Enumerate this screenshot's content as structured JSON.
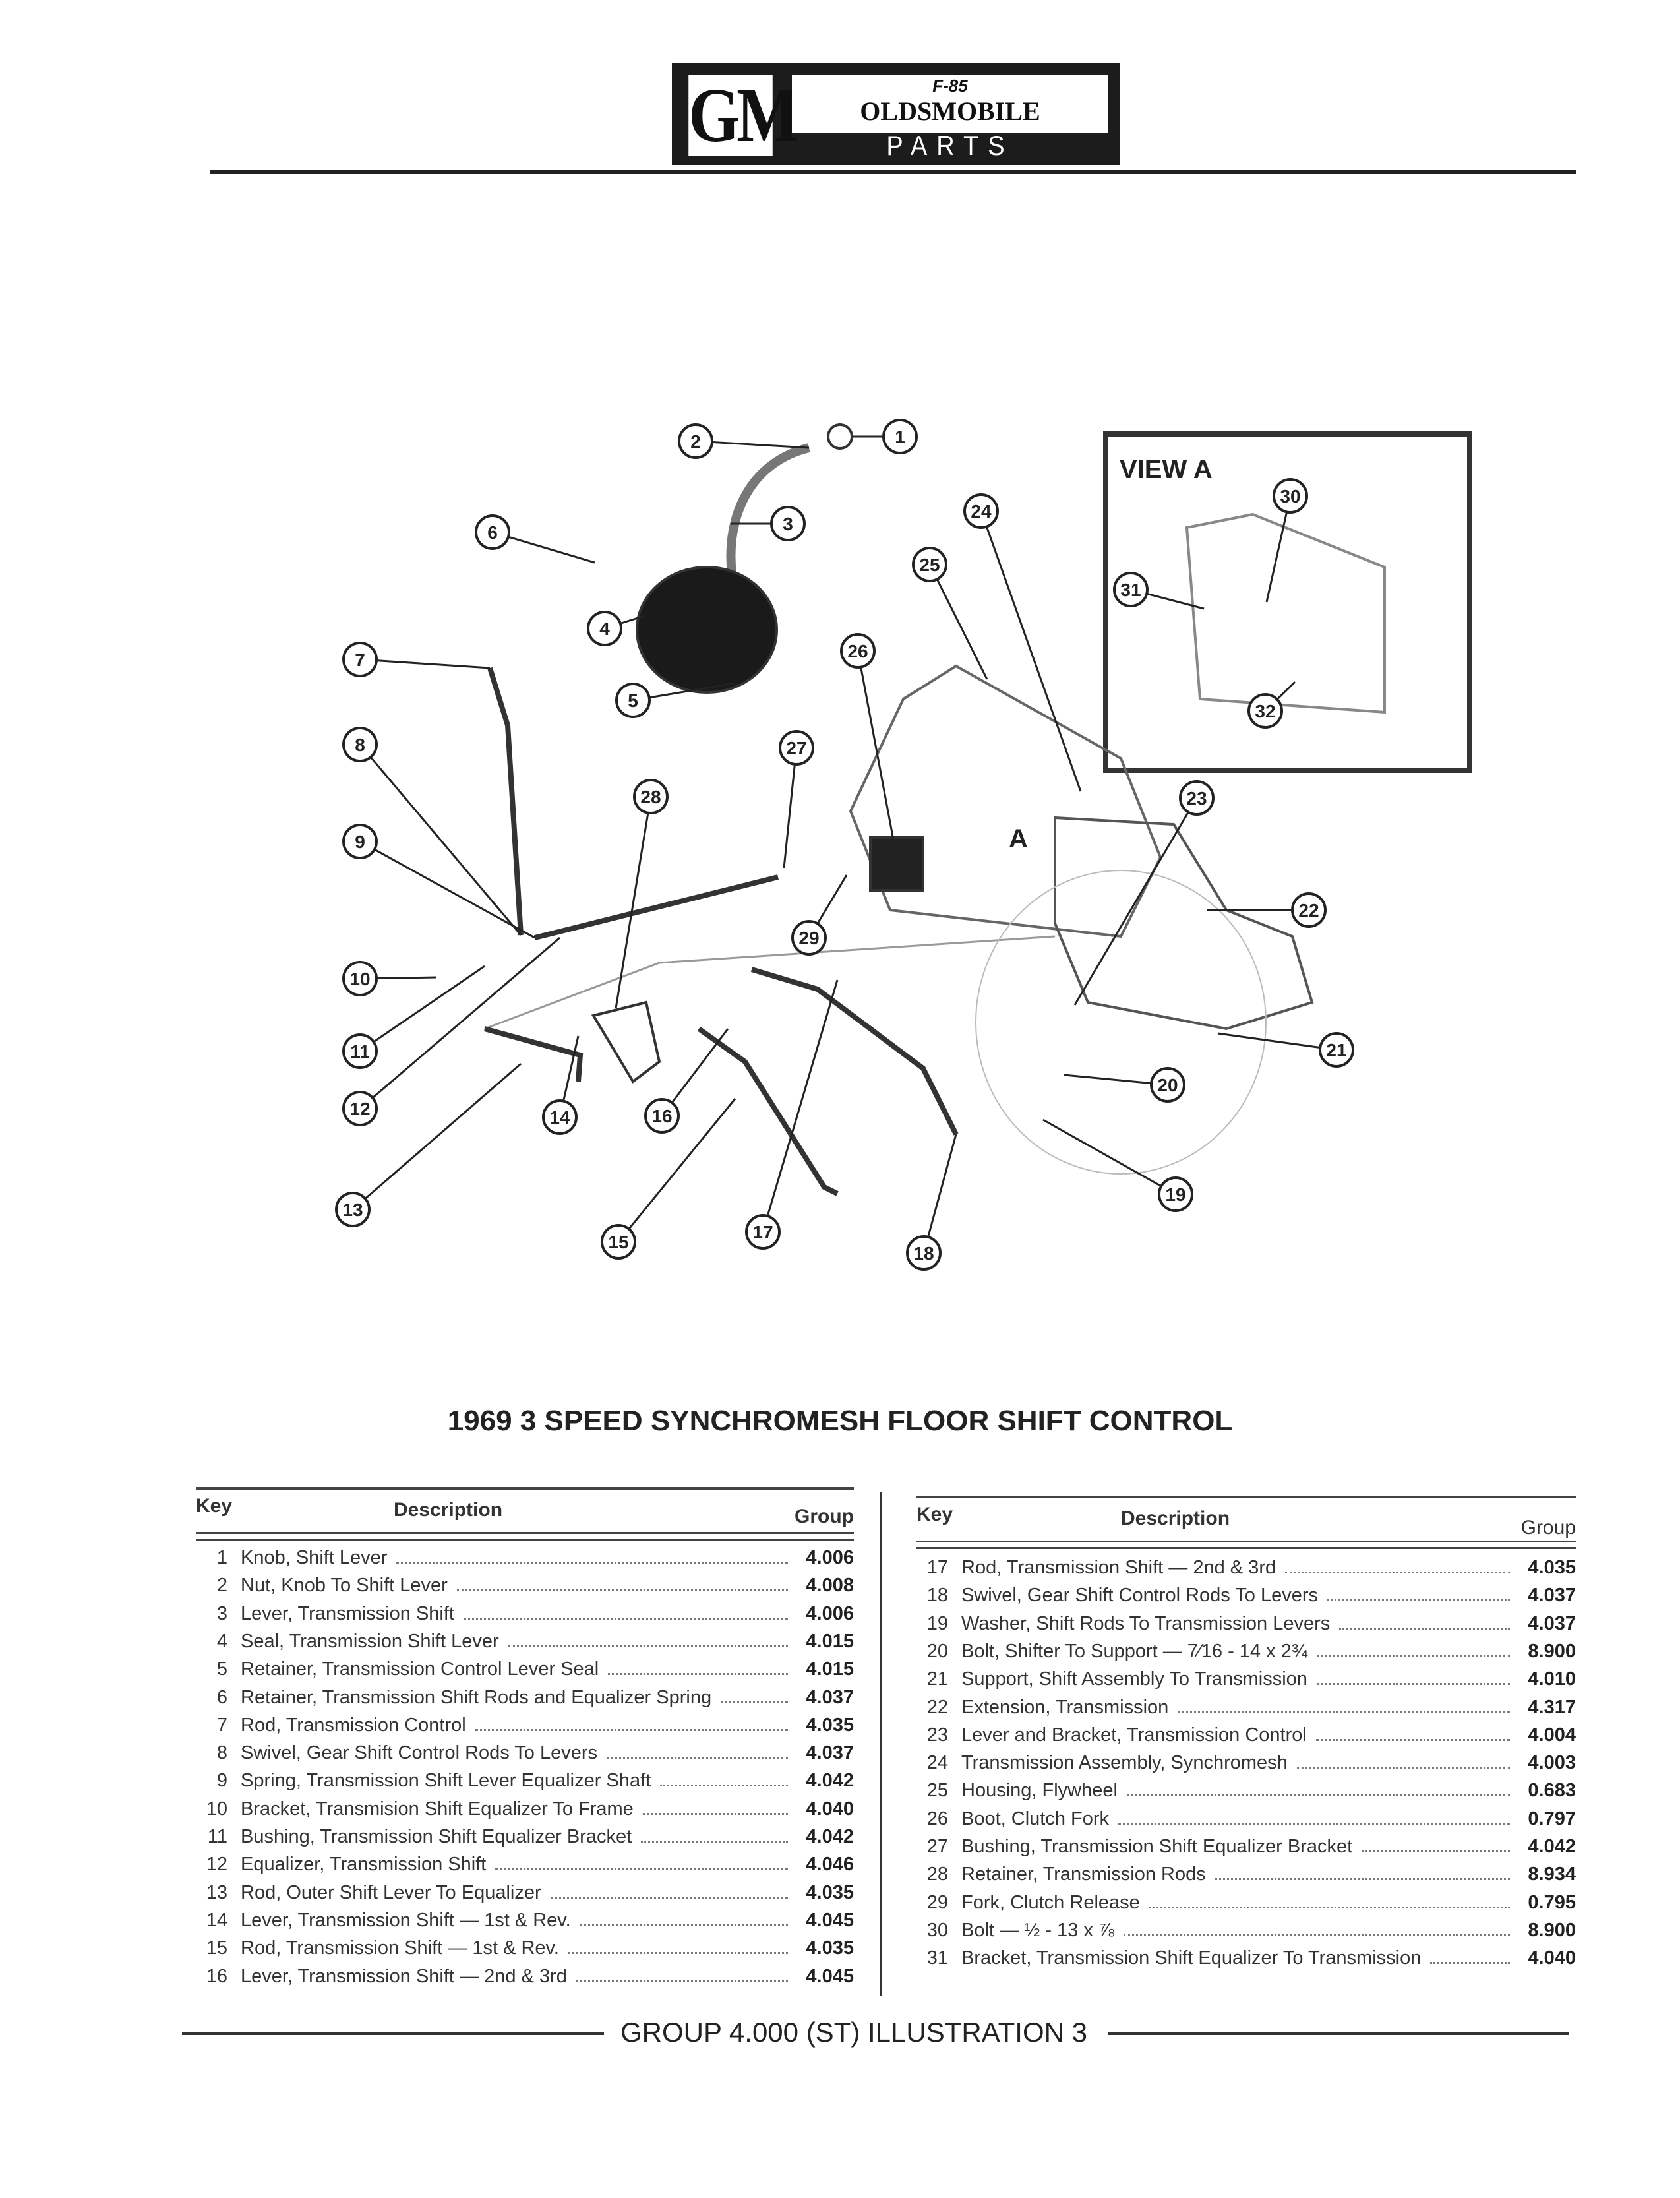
{
  "header": {
    "logo_gm": "GM",
    "logo_model": "F-85",
    "logo_brand": "OLDSMOBILE",
    "logo_subtitle": "PARTS CATALOGUE"
  },
  "diagram": {
    "view_label": "VIEW A",
    "view_marker": "A",
    "callouts": [
      "1",
      "2",
      "3",
      "4",
      "5",
      "6",
      "7",
      "8",
      "9",
      "10",
      "11",
      "12",
      "13",
      "14",
      "15",
      "16",
      "17",
      "18",
      "19",
      "20",
      "21",
      "22",
      "23",
      "24",
      "25",
      "26",
      "27",
      "28",
      "29",
      "30",
      "31",
      "32"
    ]
  },
  "title": "1969 3 SPEED SYNCHROMESH  FLOOR SHIFT CONTROL",
  "table": {
    "headers": {
      "key": "Key",
      "description": "Description",
      "group": "Group"
    },
    "left": [
      {
        "key": "1",
        "desc": "Knob, Shift Lever",
        "group": "4.006"
      },
      {
        "key": "2",
        "desc": "Nut, Knob To Shift Lever",
        "group": "4.008"
      },
      {
        "key": "3",
        "desc": "Lever, Transmission Shift",
        "group": "4.006"
      },
      {
        "key": "4",
        "desc": "Seal, Transmission Shift Lever",
        "group": "4.015"
      },
      {
        "key": "5",
        "desc": "Retainer, Transmission Control Lever Seal",
        "group": "4.015"
      },
      {
        "key": "6",
        "desc": "Retainer, Transmission Shift Rods and Equalizer Spring",
        "group": "4.037"
      },
      {
        "key": "7",
        "desc": "Rod, Transmission Control",
        "group": "4.035"
      },
      {
        "key": "8",
        "desc": "Swivel, Gear Shift Control Rods To Levers",
        "group": "4.037"
      },
      {
        "key": "9",
        "desc": "Spring, Transmission Shift Lever Equalizer Shaft",
        "group": "4.042"
      },
      {
        "key": "10",
        "desc": "Bracket, Transmision Shift Equalizer To Frame",
        "group": "4.040"
      },
      {
        "key": "11",
        "desc": "Bushing, Transmission Shift Equalizer Bracket",
        "group": "4.042"
      },
      {
        "key": "12",
        "desc": "Equalizer, Transmission Shift",
        "group": "4.046"
      },
      {
        "key": "13",
        "desc": "Rod, Outer Shift Lever To Equalizer",
        "group": "4.035"
      },
      {
        "key": "14",
        "desc": "Lever, Transmission Shift — 1st & Rev.",
        "group": "4.045"
      },
      {
        "key": "15",
        "desc": "Rod, Transmission Shift — 1st & Rev.",
        "group": "4.035"
      },
      {
        "key": "16",
        "desc": "Lever, Transmission Shift — 2nd & 3rd",
        "group": "4.045"
      }
    ],
    "right": [
      {
        "key": "17",
        "desc": "Rod, Transmission Shift — 2nd & 3rd",
        "group": "4.035"
      },
      {
        "key": "18",
        "desc": "Swivel, Gear Shift Control Rods To Levers",
        "group": "4.037"
      },
      {
        "key": "19",
        "desc": "Washer, Shift Rods To Transmission Levers",
        "group": "4.037"
      },
      {
        "key": "20",
        "desc": "Bolt, Shifter To Support — 7⁄16 - 14 x 2¾",
        "group": "8.900"
      },
      {
        "key": "21",
        "desc": "Support, Shift Assembly To Transmission",
        "group": "4.010"
      },
      {
        "key": "22",
        "desc": "Extension, Transmission",
        "group": "4.317"
      },
      {
        "key": "23",
        "desc": "Lever and Bracket, Transmission Control",
        "group": "4.004"
      },
      {
        "key": "24",
        "desc": "Transmission Assembly, Synchromesh",
        "group": "4.003"
      },
      {
        "key": "25",
        "desc": "Housing, Flywheel",
        "group": "0.683"
      },
      {
        "key": "26",
        "desc": "Boot, Clutch Fork",
        "group": "0.797"
      },
      {
        "key": "27",
        "desc": "Bushing, Transmission Shift Equalizer Bracket",
        "group": "4.042"
      },
      {
        "key": "28",
        "desc": "Retainer, Transmission Rods",
        "group": "8.934"
      },
      {
        "key": "29",
        "desc": "Fork, Clutch Release",
        "group": "0.795"
      },
      {
        "key": "30",
        "desc": "Bolt — ½ - 13 x ⅞",
        "group": "8.900"
      },
      {
        "key": "31",
        "desc": "Bracket, Transmission Shift Equalizer To Transmission",
        "group": "4.040"
      }
    ]
  },
  "footer": "GROUP 4.000 (ST) ILLUSTRATION 3",
  "colors": {
    "ink": "#222222",
    "paper": "#ffffff"
  }
}
